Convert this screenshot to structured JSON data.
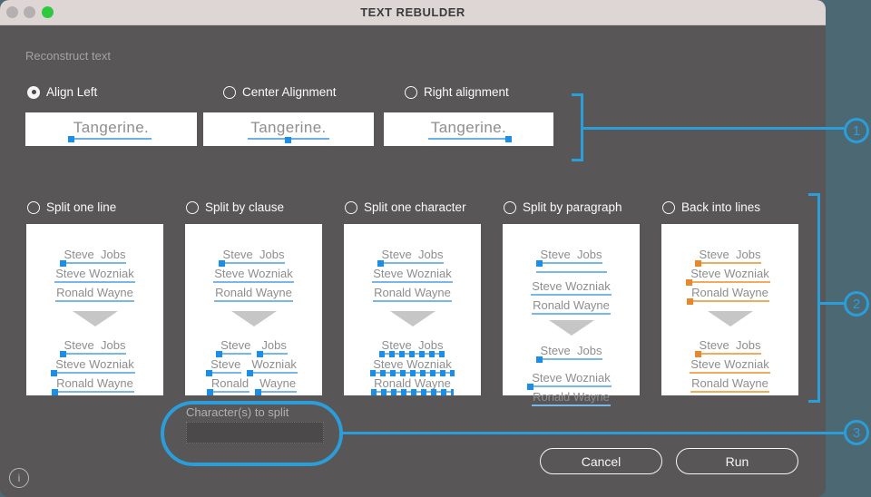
{
  "window": {
    "title": "TEXT REBULDER"
  },
  "section": {
    "label": "Reconstruct text"
  },
  "align_options": [
    {
      "label": "Align Left",
      "selected": true
    },
    {
      "label": "Center Alignment",
      "selected": false
    },
    {
      "label": "Right alignment",
      "selected": false
    }
  ],
  "preview": {
    "word": "Tangerine."
  },
  "split_options": [
    {
      "label": "Split one line"
    },
    {
      "label": "Split by clause"
    },
    {
      "label": "Split one character"
    },
    {
      "label": "Split by paragraph"
    },
    {
      "label": "Back into lines"
    }
  ],
  "names": {
    "line1": "Steve  Jobs",
    "line2": "Steve Wozniak",
    "line3": "Ronald Wayne"
  },
  "words": {
    "w1": "Steve",
    "w2": "Jobs",
    "w3": "Steve",
    "w4": "Wozniak",
    "w5": "Ronald",
    "w6": "Wayne"
  },
  "split_input": {
    "label": "Character(s) to split",
    "value": "",
    "placeholder": ""
  },
  "buttons": {
    "cancel": "Cancel",
    "run": "Run"
  },
  "annotations": {
    "n1": "1",
    "n2": "2",
    "n3": "3"
  },
  "info": {
    "glyph": "i"
  },
  "colors": {
    "accent_blue": "#2b9dd8",
    "marker_blue": "#1b8fe8",
    "underline_blue": "#79b7e8",
    "marker_orange": "#e8882d",
    "underline_orange": "#f2aa5c",
    "titlebar": "#ddd6d5",
    "window_bg": "#585656",
    "desktop_bg": "#4c6873",
    "traffic_green": "#2fc93f"
  }
}
